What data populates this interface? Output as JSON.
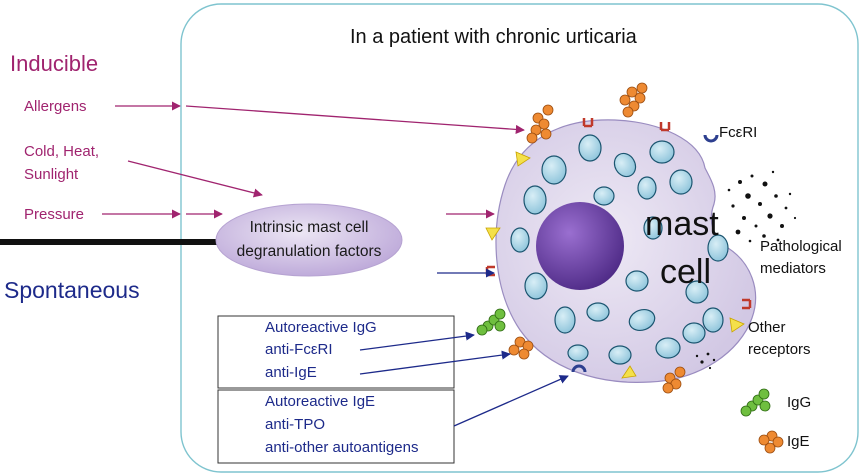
{
  "title": "In a patient with chronic urticaria",
  "inducible": {
    "heading": "Inducible",
    "items": [
      "Allergens",
      "Cold, Heat,",
      "Sunlight",
      "Pressure"
    ]
  },
  "spontaneous": "Spontaneous",
  "intrinsic_factors": "Intrinsic mast cell degranulation factors",
  "cell_label": [
    "mast",
    "cell"
  ],
  "receptor_label": "FcεRI",
  "pathological_mediators": [
    "Pathological",
    "mediators"
  ],
  "other_receptors": [
    "Other",
    "receptors"
  ],
  "igg_box": [
    "Autoreactive IgG",
    "anti-FcεRI",
    "anti-IgE"
  ],
  "ige_box": [
    "Autoreactive IgE",
    "anti-TPO",
    "anti-other autoantigens"
  ],
  "legend": {
    "igg": "IgG",
    "ige": "IgE"
  },
  "colors": {
    "inducible": "#a0246f",
    "spontaneous": "#1d2a8a",
    "patient_outline": "#7fc4cf",
    "cell_fill": "#e0d8ee",
    "nucleus": "#6a3ea6",
    "ellipse_fill": "#cfbfe2",
    "granule": "#a9d5e6",
    "igg": "#6fbf3f",
    "ige": "#ee8a32"
  }
}
